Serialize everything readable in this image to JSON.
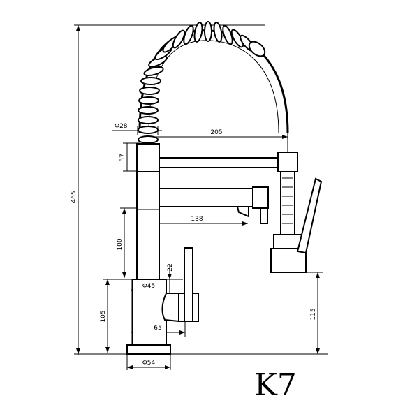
{
  "model_label": "K7",
  "dimensions": {
    "total_height": "465",
    "hose_diameter": "Φ28",
    "spout_reach": "205",
    "joint_height": "37",
    "lower_spout_reach": "138",
    "body_segment": "100",
    "handle_offset": "22",
    "body_diameter": "Φ45",
    "base_height": "105",
    "base_width": "65",
    "outlet_height": "115",
    "base_diameter": "Φ54"
  }
}
